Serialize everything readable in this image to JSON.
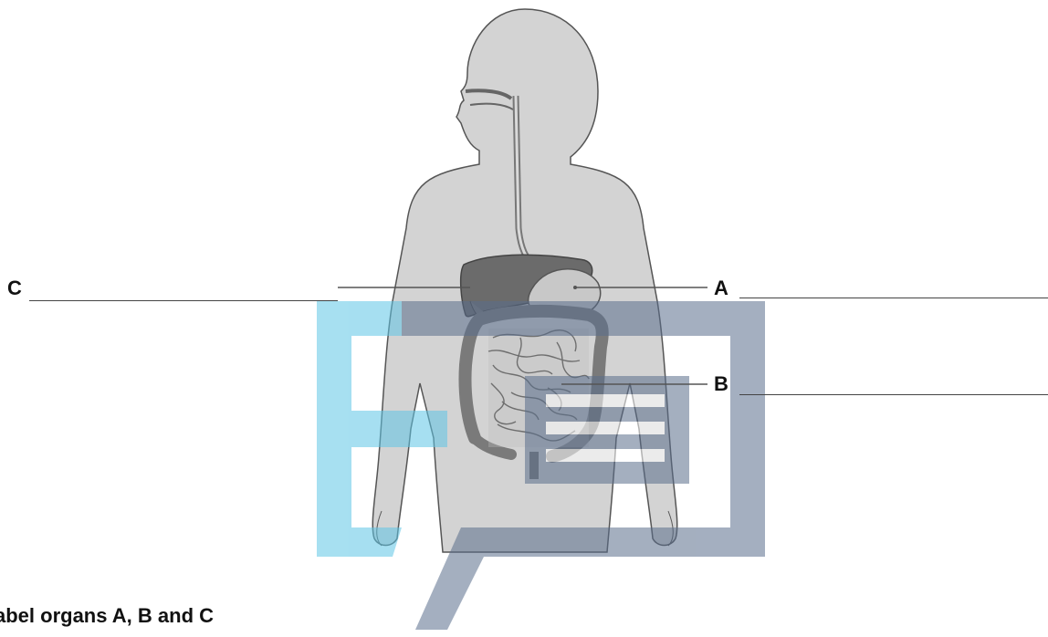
{
  "labels": {
    "a": "A",
    "b": "B",
    "c": "C"
  },
  "instruction": "abel organs A, B and C",
  "colors": {
    "body": "#d3d3d3",
    "body_outline": "#555555",
    "liver": "#6b6b6b",
    "intestine_dark": "#7a7a7a",
    "watermark_blue": "#5fc6e6",
    "watermark_gray": "#5a6e8c"
  }
}
